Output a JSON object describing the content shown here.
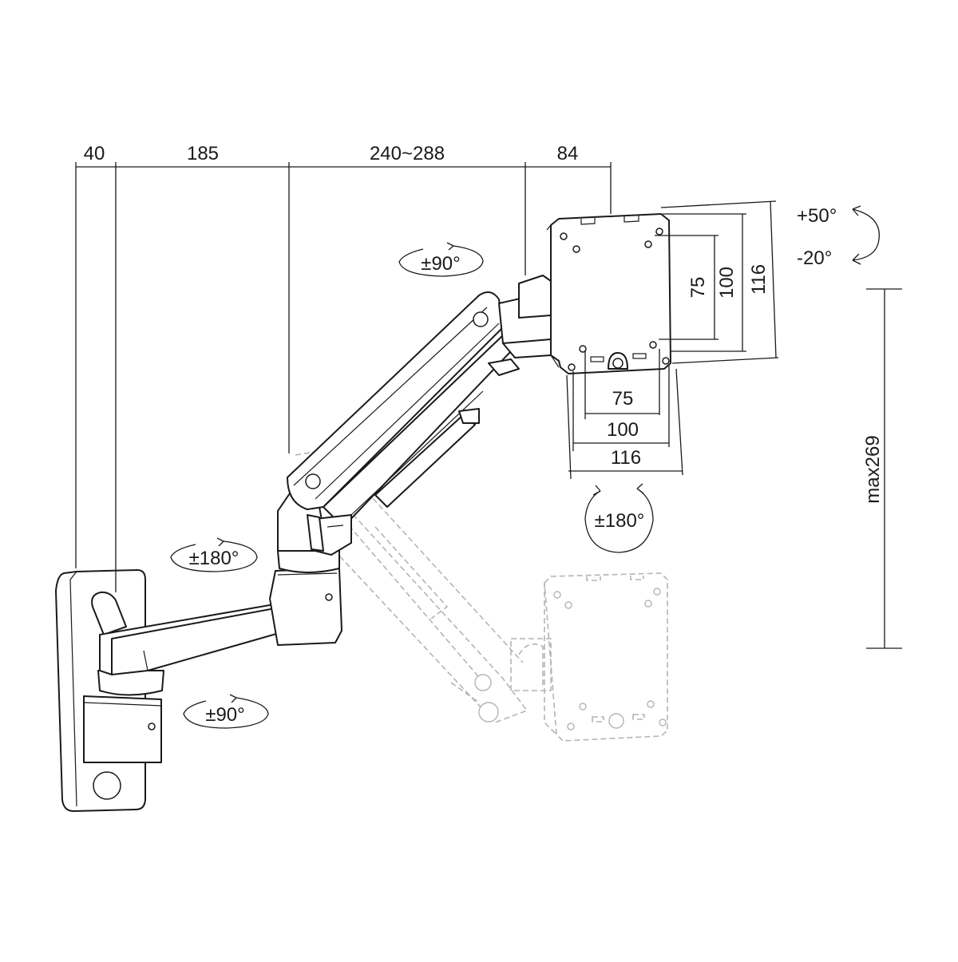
{
  "colors": {
    "line": "#1a1a1a",
    "ghost": "#b4b4b4",
    "background": "#ffffff"
  },
  "dimensions": {
    "top": [
      "40",
      "185",
      "240~288",
      "84"
    ],
    "vesa_vertical": [
      "75",
      "100",
      "116"
    ],
    "vesa_horizontal": [
      "75",
      "100",
      "116"
    ],
    "height": "max269"
  },
  "rotations": {
    "tilt_up": "+50°",
    "tilt_down": "-20°",
    "head_swivel": "±90°",
    "head_rotation": "±180°",
    "elbow": "±180°",
    "wall_joint": "±90°"
  }
}
